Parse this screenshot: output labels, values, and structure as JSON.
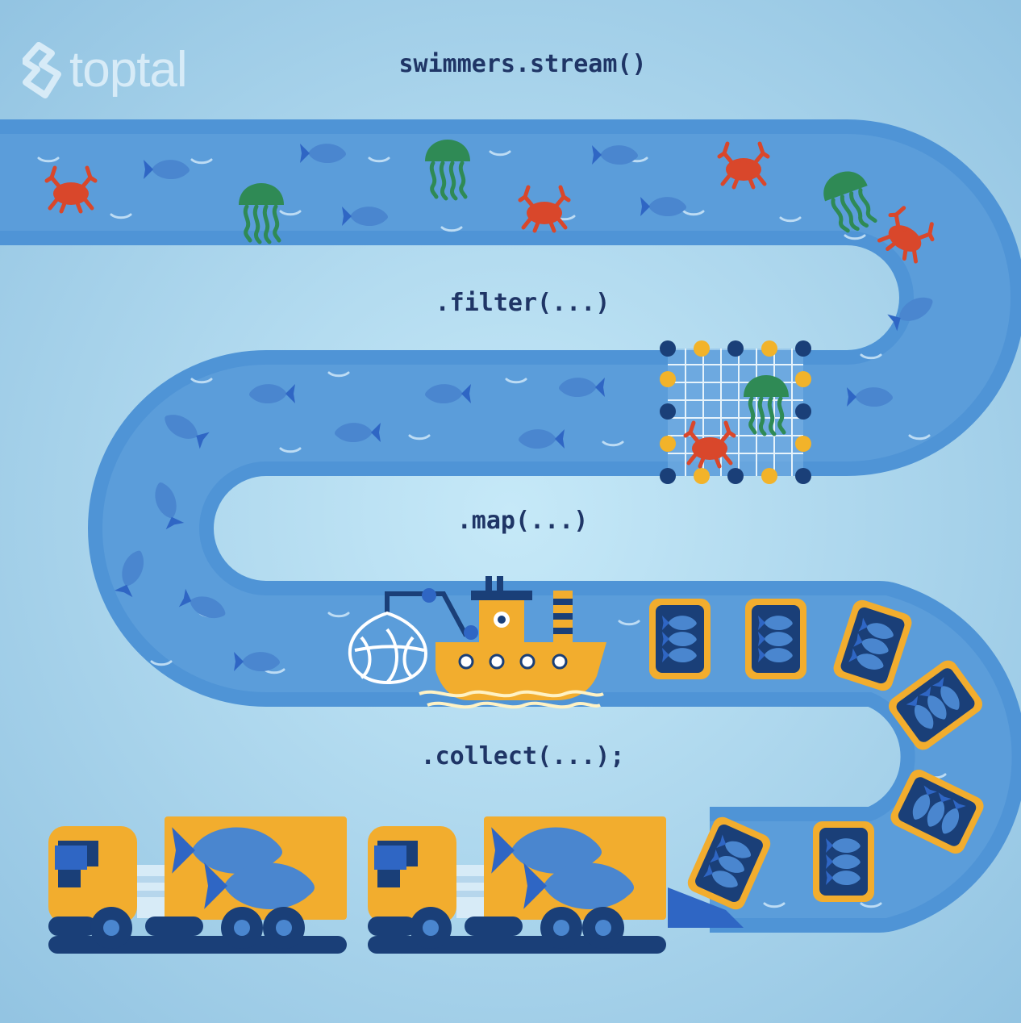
{
  "brand": {
    "logo_text": "toptal"
  },
  "code": {
    "stream": "swimmers.stream()",
    "filter": ".filter(...)",
    "map": ".map(...)",
    "collect": ".collect(...);"
  },
  "colors": {
    "background": "#a9d3ec",
    "river": "#4f94d6",
    "fish": "#4a86cf",
    "crab": "#d9472b",
    "jellyfish": "#2f8a55",
    "truck": "#f2ad2e",
    "navy": "#1a3f78",
    "text": "#1f3566"
  },
  "scene": {
    "stages": [
      "stream",
      "filter",
      "map",
      "collect"
    ],
    "creatures_in_stream": [
      "fish",
      "crab",
      "jellyfish"
    ],
    "filter_device": "net",
    "map_device": "fishing-boat",
    "collect_device": "delivery-trucks"
  }
}
